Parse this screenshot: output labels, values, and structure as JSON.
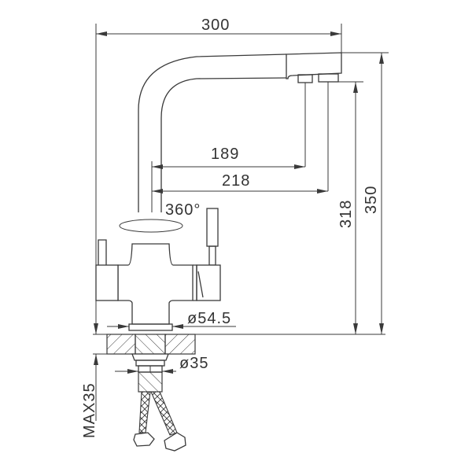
{
  "diagram": {
    "subject": "Kitchen faucet side elevation with dimensions",
    "units": "mm",
    "line_color": "#3a3a3a",
    "background": "#ffffff",
    "dimensions": {
      "overall_width": "300",
      "spout_reach_inner": "189",
      "spout_reach_outer": "218",
      "rotation": "360°",
      "outlet_height": "318",
      "overall_height": "350",
      "base_diameter": "ø54.5",
      "shank_diameter": "ø35",
      "max_deck_thickness": "MAX35"
    }
  }
}
